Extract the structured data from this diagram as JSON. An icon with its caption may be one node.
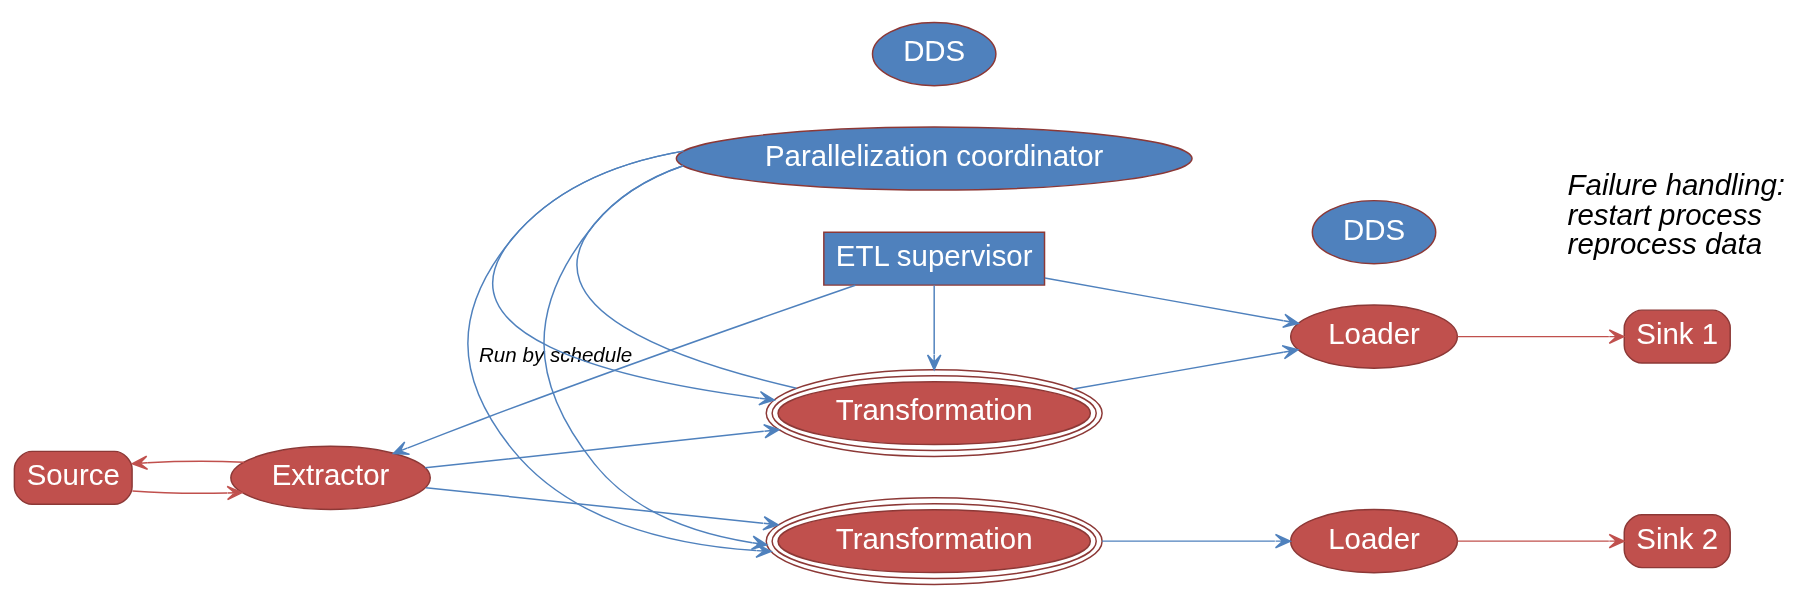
{
  "diagram": {
    "nodes": [
      {
        "text": [
          "ETL supervisor"
        ]
      },
      {
        "text": [
          "DDS"
        ]
      },
      {
        "text": [
          "DDS"
        ]
      },
      {
        "text": [
          "Source"
        ]
      },
      {
        "text": [
          "Extractor"
        ]
      },
      {
        "text": [
          "Transformation"
        ]
      },
      {
        "text": [
          "Parallelization coordinator"
        ]
      },
      {
        "text": [
          "Transformation"
        ]
      },
      {
        "text": [
          "Loader"
        ]
      },
      {
        "text": [
          "Loader"
        ]
      },
      {
        "text": [
          "Sink 1"
        ]
      },
      {
        "text": [
          "Sink 2"
        ]
      }
    ],
    "edges": [
      {
        "from": 0,
        "to": 4,
        "arrow": "to",
        "label": "Run by schedule"
      },
      {
        "from": 0,
        "to": 5,
        "arrow": "to"
      },
      {
        "from": 0,
        "to": 8,
        "arrow": "to"
      },
      {
        "from": 4,
        "to": 3,
        "arrow": "to",
        "color": "#c0504d"
      },
      {
        "from": 3,
        "to": 4,
        "arrow": "to",
        "color": "#c0504d"
      },
      {
        "from": 4,
        "to": 5,
        "arrow": "to"
      },
      {
        "from": 4,
        "to": 7,
        "arrow": "to"
      },
      {
        "from": 5,
        "to": 6,
        "arrow": "none"
      },
      {
        "from": 6,
        "to": 7,
        "arrow": "to"
      },
      {
        "from": 6,
        "to": 5,
        "arrow": "to"
      },
      {
        "from": 6,
        "to": 7,
        "arrow": "to"
      },
      {
        "from": 5,
        "to": 8,
        "arrow": "to"
      },
      {
        "from": 7,
        "to": 9,
        "arrow": "to"
      },
      {
        "from": 8,
        "to": 10,
        "arrow": "to",
        "color": "#c0504d"
      },
      {
        "from": 9,
        "to": 11,
        "arrow": "to",
        "color": "#c0504d"
      }
    ],
    "labels": [
      "Failure handling:",
      "restart process",
      "reprocess data"
    ]
  }
}
